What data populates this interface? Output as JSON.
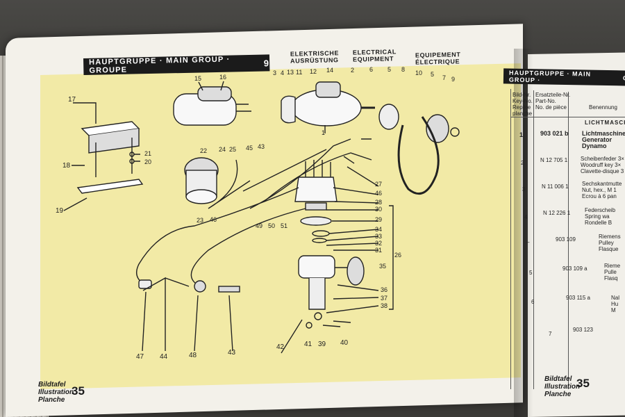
{
  "left_page": {
    "header": {
      "group_label": "HAUPTGRUPPE · MAIN GROUP · GROUPE",
      "group_number": "9",
      "col_de": [
        "ELEKTRISCHE",
        "AUSRÜSTUNG"
      ],
      "col_en": [
        "ELECTRICAL",
        "EQUIPMENT"
      ],
      "col_fr": [
        "EQUIPEMENT",
        "ÉLECTRIQUE"
      ]
    },
    "footer": {
      "words": [
        "Bildtafel",
        "Illustration",
        "Planche"
      ],
      "number": "35"
    },
    "callouts": [
      {
        "id": "c17",
        "text": "17"
      },
      {
        "id": "c18",
        "text": "18"
      },
      {
        "id": "c19",
        "text": "19"
      },
      {
        "id": "c21",
        "text": "21"
      },
      {
        "id": "c20",
        "text": "20"
      },
      {
        "id": "c15",
        "text": "15"
      },
      {
        "id": "c16",
        "text": "16"
      },
      {
        "id": "c3",
        "text": "3"
      },
      {
        "id": "c4",
        "text": "4"
      },
      {
        "id": "c13",
        "text": "13"
      },
      {
        "id": "c11",
        "text": "11"
      },
      {
        "id": "c12",
        "text": "12"
      },
      {
        "id": "c14",
        "text": "14"
      },
      {
        "id": "c2",
        "text": "2"
      },
      {
        "id": "c6",
        "text": "6"
      },
      {
        "id": "c5a",
        "text": "5"
      },
      {
        "id": "c8",
        "text": "8"
      },
      {
        "id": "c10",
        "text": "10"
      },
      {
        "id": "c5b",
        "text": "5"
      },
      {
        "id": "c7",
        "text": "7"
      },
      {
        "id": "c9",
        "text": "9"
      },
      {
        "id": "c1",
        "text": "1"
      },
      {
        "id": "c22",
        "text": "22"
      },
      {
        "id": "c24",
        "text": "24"
      },
      {
        "id": "c25",
        "text": "25"
      },
      {
        "id": "c45",
        "text": "45"
      },
      {
        "id": "c43a",
        "text": "43"
      },
      {
        "id": "c23",
        "text": "23"
      },
      {
        "id": "c46a",
        "text": "46"
      },
      {
        "id": "c49",
        "text": "49"
      },
      {
        "id": "c50",
        "text": "50"
      },
      {
        "id": "c51",
        "text": "51"
      },
      {
        "id": "c27",
        "text": "27"
      },
      {
        "id": "c46b",
        "text": "46"
      },
      {
        "id": "c28",
        "text": "28"
      },
      {
        "id": "c30",
        "text": "30"
      },
      {
        "id": "c29",
        "text": "29"
      },
      {
        "id": "c34",
        "text": "34"
      },
      {
        "id": "c33",
        "text": "33"
      },
      {
        "id": "c32",
        "text": "32"
      },
      {
        "id": "c31",
        "text": "31"
      },
      {
        "id": "c26",
        "text": "26"
      },
      {
        "id": "c35",
        "text": "35"
      },
      {
        "id": "c36",
        "text": "36"
      },
      {
        "id": "c37",
        "text": "37"
      },
      {
        "id": "c38",
        "text": "38"
      },
      {
        "id": "c47",
        "text": "47"
      },
      {
        "id": "c44",
        "text": "44"
      },
      {
        "id": "c48",
        "text": "48"
      },
      {
        "id": "c43b",
        "text": "43"
      },
      {
        "id": "c42",
        "text": "42"
      },
      {
        "id": "c41",
        "text": "41"
      },
      {
        "id": "c39",
        "text": "39"
      },
      {
        "id": "c40",
        "text": "40"
      }
    ]
  },
  "right_page": {
    "header": "HAUPTGRUPPE · MAIN GROUP ·",
    "header_suffix": "G",
    "columns": [
      "Bild-Nr.",
      "Key-No.",
      "Repère",
      "planche",
      "Ersatzteile-Nr.",
      "Part-No.",
      "No. de pièce",
      "Benennung"
    ],
    "section_title": "LICHTMASCH",
    "rows": [
      {
        "key": "1",
        "part": "903 021 b",
        "desc": [
          "Lichtmaschine",
          "Generator",
          "Dynamo"
        ]
      },
      {
        "key": "2",
        "part": "N 12 705 1",
        "desc": [
          "Scheibenfeder 3×",
          "Woodruff key 3×",
          "Clavette-disque 3"
        ]
      },
      {
        "key": "3",
        "part": "N 11 006 1",
        "desc": [
          "Sechskantmutte",
          "Nut, hex., M 1",
          "Ecrou à 6 pan"
        ]
      },
      {
        "key": "4",
        "part": "N 12 226 1",
        "desc": [
          "Federscheib",
          "Spring wa",
          "Rondelle B"
        ]
      },
      {
        "key": "–",
        "part": "903 109",
        "desc": [
          "Riemens",
          "Pulley",
          "Flasque"
        ]
      },
      {
        "key": "5",
        "part": "903 109 a",
        "desc": [
          "Rieme",
          "Pulle",
          "Flasq"
        ]
      },
      {
        "key": "6",
        "part": "903 115 a",
        "desc": [
          "Nal",
          "Hu",
          "M"
        ]
      },
      {
        "key": "7",
        "part": "903 123",
        "desc": []
      }
    ],
    "footer": {
      "words": [
        "Bildtafel",
        "Illustration",
        "Planche"
      ],
      "number": "35"
    }
  }
}
